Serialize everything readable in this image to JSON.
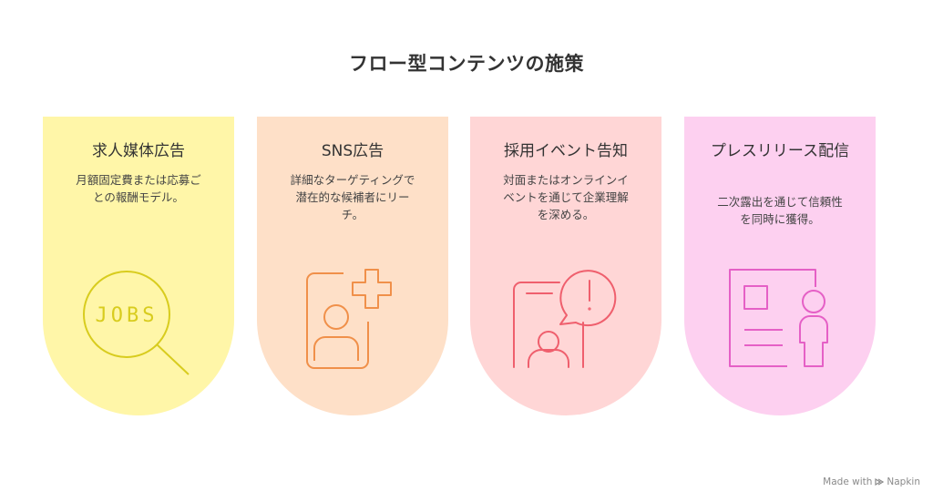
{
  "title": "フロー型コンテンツの施策",
  "cards": [
    {
      "title": "求人媒体広告",
      "desc": "月額固定費または応募ごとの報酬モデル。",
      "icon": "jobs-search-icon",
      "color": "#fff6a8",
      "stroke": "#d8cc1e"
    },
    {
      "title": "SNS広告",
      "desc": "詳細なターゲティングで潜在的な候補者にリーチ。",
      "icon": "profile-add-icon",
      "color": "#fee0c8",
      "stroke": "#f0904a"
    },
    {
      "title": "採用イベント告知",
      "desc": "対面またはオンラインイベントを通じて企業理解を深める。",
      "icon": "event-alert-icon",
      "color": "#ffd6d6",
      "stroke": "#ef5f6d"
    },
    {
      "title": "プレスリリース配信",
      "desc": "二次露出を通じて信頼性を同時に獲得。",
      "icon": "press-release-icon",
      "color": "#fdd0f0",
      "stroke": "#e560c6"
    }
  ],
  "icon_text": {
    "jobs": "JOBS"
  },
  "footer": {
    "made_with": "Made with",
    "brand": "Napkin"
  }
}
